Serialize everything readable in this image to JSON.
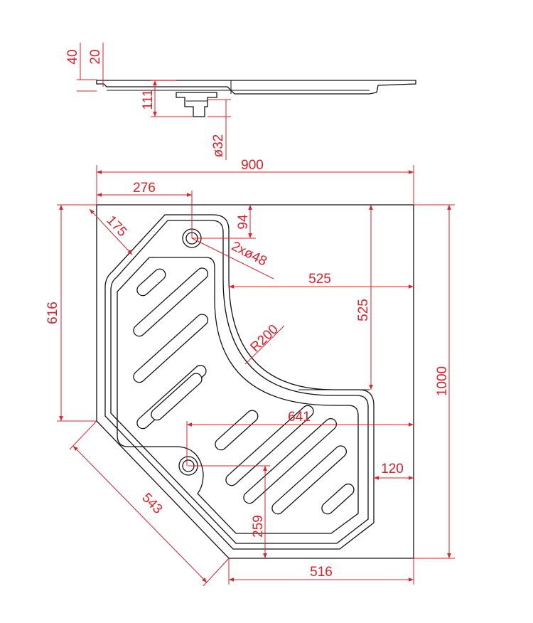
{
  "colors": {
    "outline": "#111111",
    "dimension": "#e0202a",
    "background": "#ffffff"
  },
  "dimensions": {
    "side_thickness_40": "40",
    "side_thickness_20": "20",
    "side_depth_111": "111",
    "waste_diameter": "ø32",
    "overall_width": "900",
    "overall_depth": "1000",
    "left_side": "616",
    "drain_offset_x": "276",
    "drain_offset_y": "94",
    "corner_chamfer": "175",
    "drain_holes": "2xø48",
    "inner_width": "525",
    "inner_depth": "525",
    "inner_radius": "R200",
    "lower_span": "641",
    "right_margin": "120",
    "diagonal_edge": "543",
    "lower_drain_offset": "259",
    "bottom_edge": "516"
  }
}
